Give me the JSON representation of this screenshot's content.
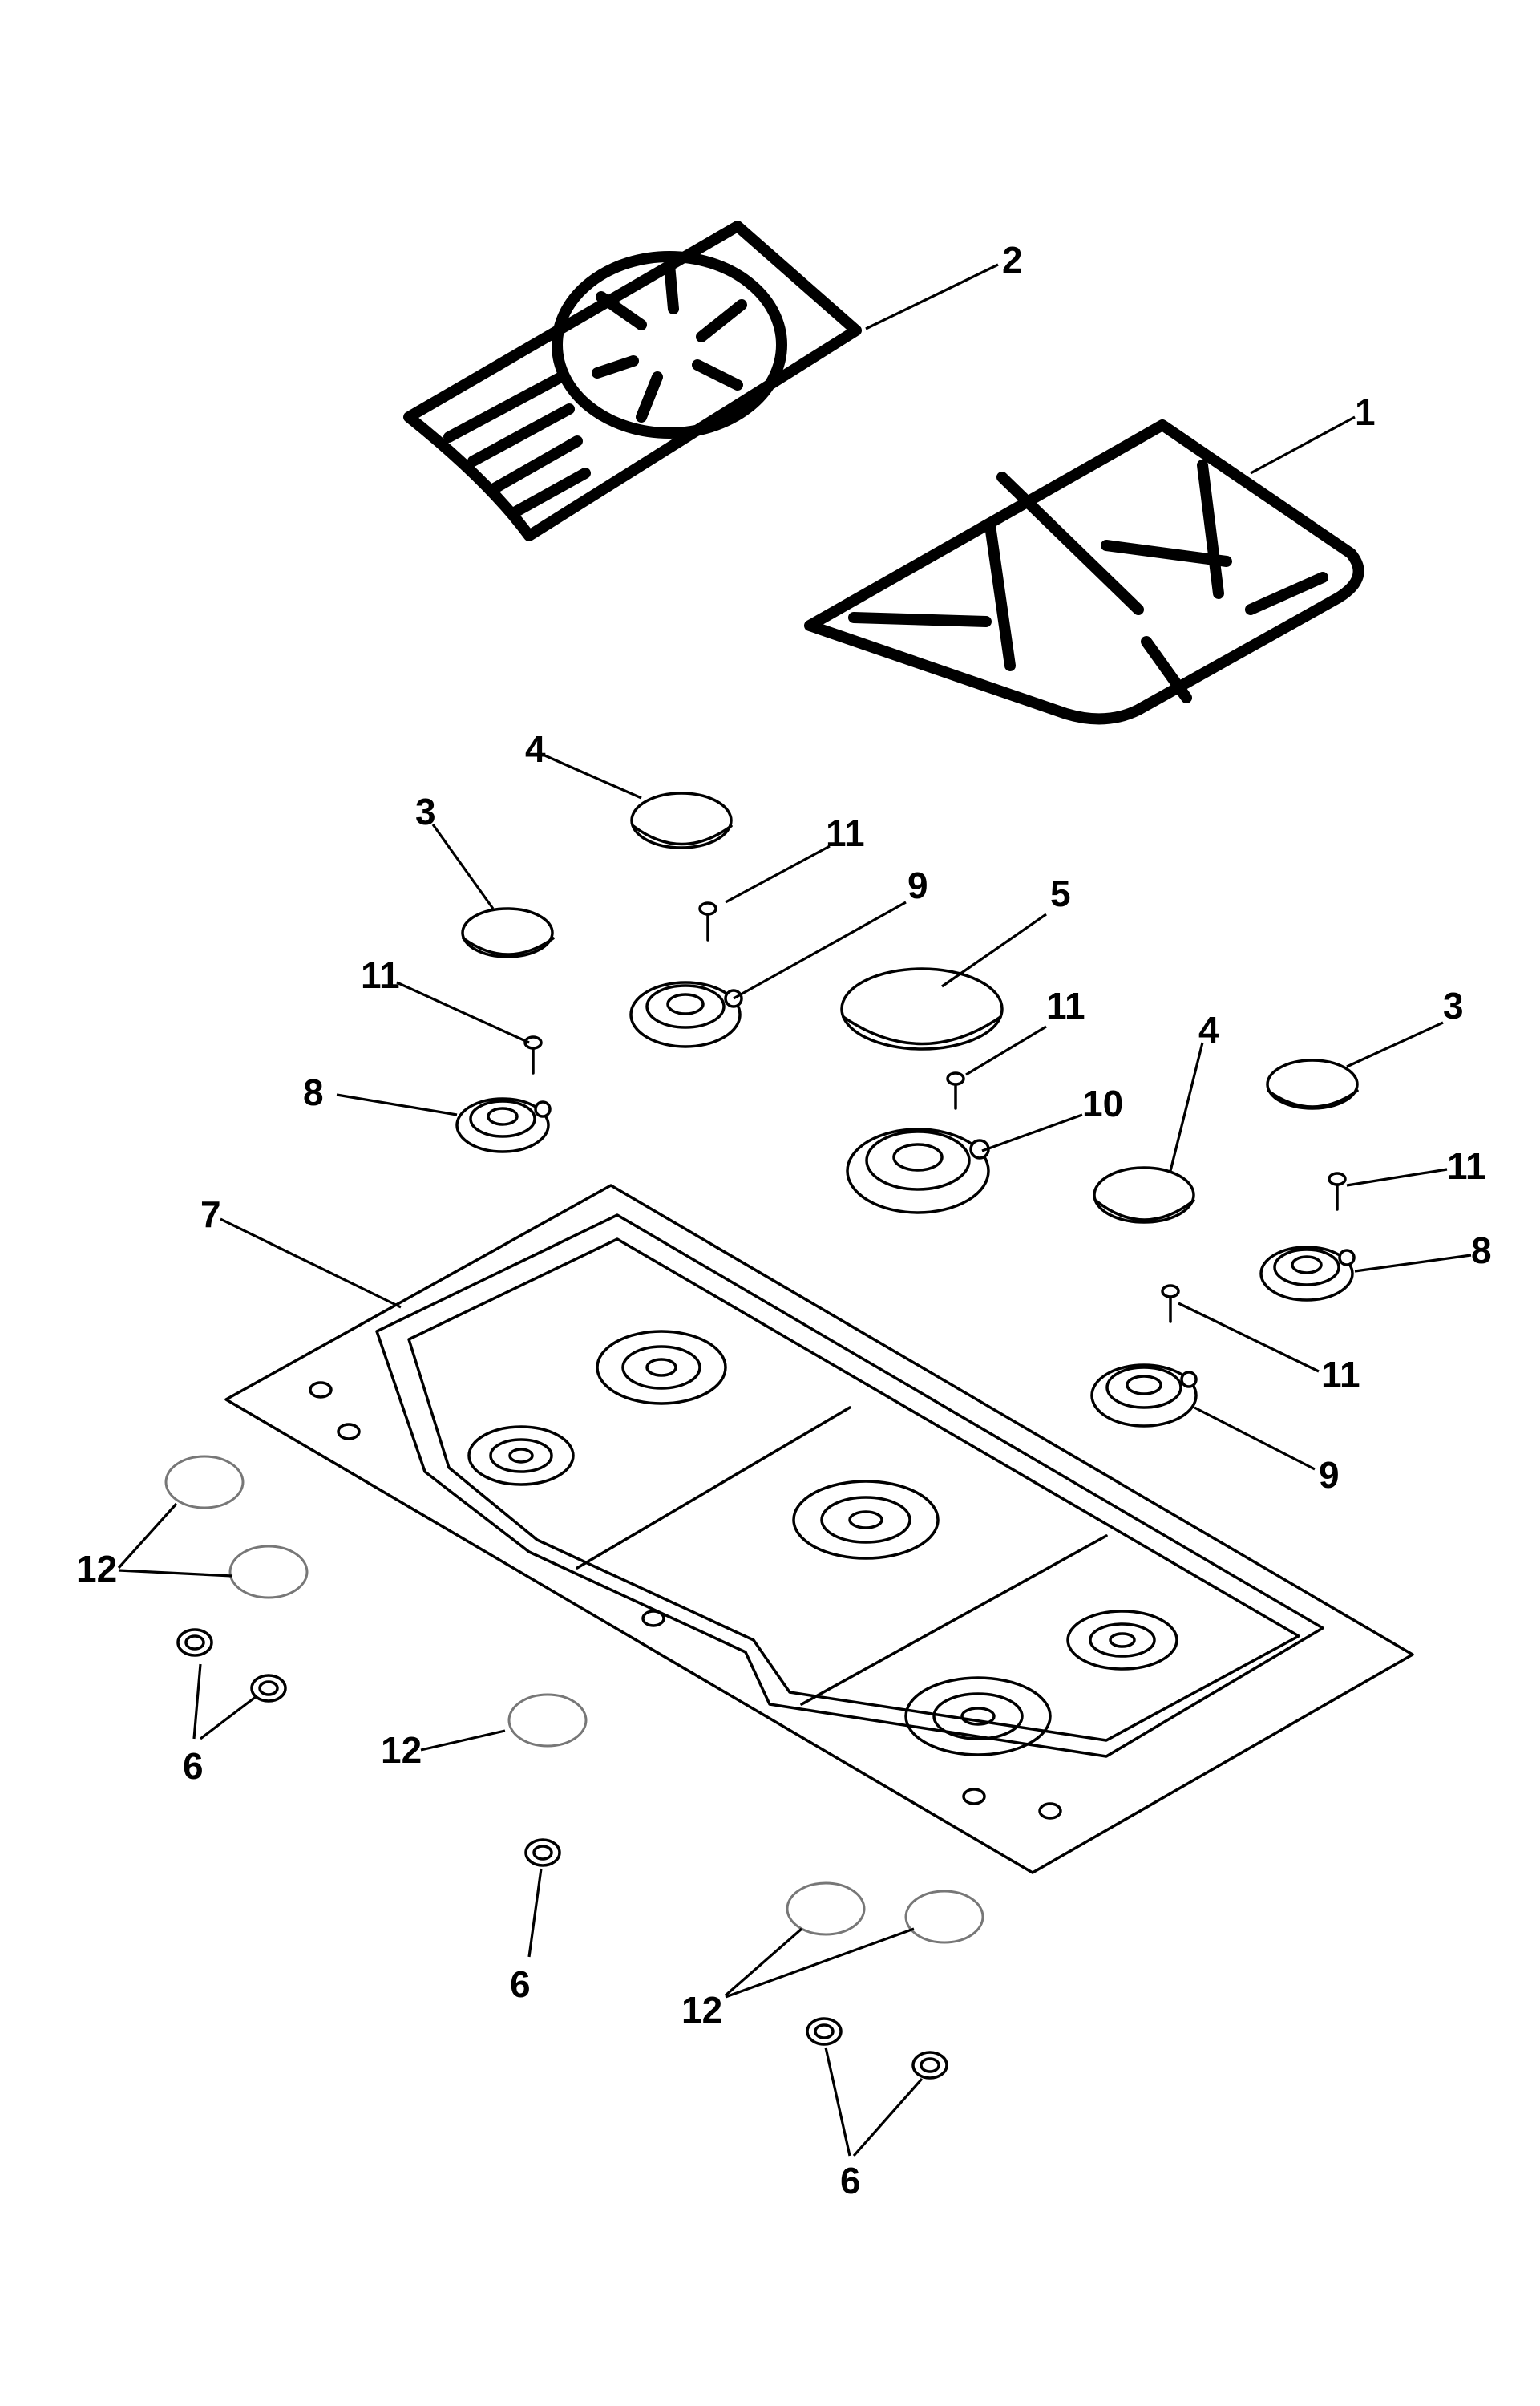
{
  "callouts": {
    "c1": "1",
    "c2": "2",
    "c3a": "3",
    "c3b": "3",
    "c4a": "4",
    "c4b": "4",
    "c5": "5",
    "c6a": "6",
    "c6b": "6",
    "c6c": "6",
    "c7": "7",
    "c8a": "8",
    "c8b": "8",
    "c9a": "9",
    "c9b": "9",
    "c10": "10",
    "c11a": "11",
    "c11b": "11",
    "c11c": "11",
    "c11d": "11",
    "c11e": "11",
    "c12a": "12",
    "c12b": "12",
    "c12c": "12"
  }
}
